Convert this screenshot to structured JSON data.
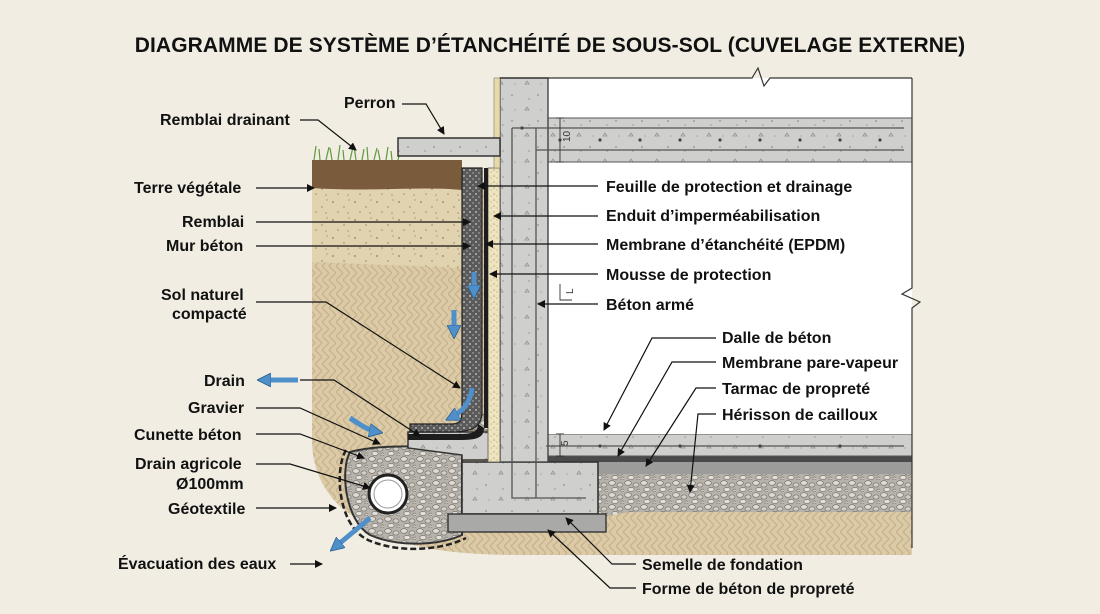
{
  "title": "DIAGRAMME DE SYSTÈME D’ÉTANCHÉITÉ DE SOUS-SOL (CUVELAGE EXTERNE)",
  "labels": {
    "perron": "Perron",
    "remblai_drainant": "Remblai drainant",
    "terre_vegetale": "Terre végétale",
    "remblai": "Remblai",
    "mur_beton": "Mur béton",
    "sol_naturel_1": "Sol naturel",
    "sol_naturel_2": "compacté",
    "drain": "Drain",
    "gravier": "Gravier",
    "cunette": "Cunette béton",
    "drain_agricole_1": "Drain agricole",
    "drain_agricole_2": "Ø100mm",
    "geotextile": "Géotextile",
    "evacuation": "Évacuation des eaux",
    "feuille": "Feuille de protection et drainage",
    "enduit": "Enduit d’imperméabilisation",
    "membrane_epdm": "Membrane d’étanchéité (EPDM)",
    "mousse": "Mousse de protection",
    "beton_arme": "Béton armé",
    "dalle": "Dalle de béton",
    "pare_vapeur": "Membrane pare-vapeur",
    "tarmac": "Tarmac de propreté",
    "herisson": "Hérisson de cailloux",
    "semelle": "Semelle de fondation",
    "forme": "Forme de béton de propreté"
  },
  "dimensions": {
    "d10": "10",
    "d5": "5",
    "dL": "L"
  },
  "colors": {
    "background": "#f1ede3",
    "soil": "#dccaa6",
    "topsoil": "#7a5b3c",
    "grass": "#6fa64a",
    "concrete": "#c9c9c7",
    "membrane": "#2b2b2b",
    "arrow": "#4f8fca",
    "gravel": "#bdbab3",
    "interior": "#ffffff"
  }
}
